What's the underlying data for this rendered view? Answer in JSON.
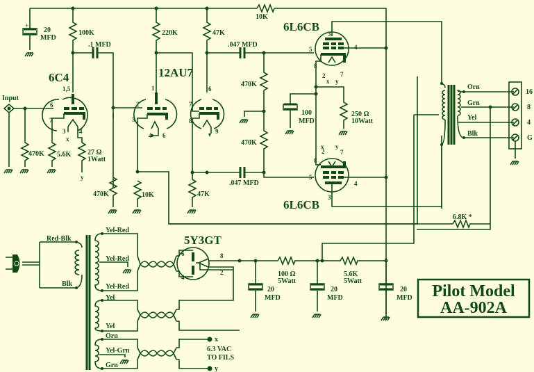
{
  "title": {
    "line1": "Pilot Model",
    "line2": "AA-902A"
  },
  "input_label": "Input",
  "tubes": {
    "v1": {
      "name": "6C4",
      "pins": {
        "plate": "1,5",
        "grid": "6",
        "cathode": "7",
        "h1": "3",
        "h2": "4"
      },
      "heater_x": "x"
    },
    "v2": {
      "name": "12AU7",
      "pins": {
        "p1": "1",
        "g1": "2",
        "k1": "3",
        "h1": "4",
        "h2": "6",
        "p2": "6",
        "g2": "7",
        "k2": "8",
        "h3": "9"
      }
    },
    "v3": {
      "name": "6L6CB",
      "pins": {
        "plate": "3",
        "screen": "4",
        "grid": "5",
        "cathode": "8",
        "h1": "2",
        "h2": "7"
      },
      "heater_x": "x",
      "heater_y": "y"
    },
    "v4": {
      "name": "6L6CB",
      "pins": {
        "plate": "3",
        "screen": "4",
        "grid": "5",
        "cathode": "8",
        "h1": "2",
        "h2": "7"
      },
      "heater_x": "x",
      "heater_y": "y"
    },
    "rect": {
      "name": "5Y3GT",
      "pins": {
        "p1": "6",
        "p2": "4",
        "k1": "8",
        "k2": "2"
      }
    }
  },
  "components": {
    "c_bypass1": {
      "value": "20",
      "unit": "MFD"
    },
    "r_plate1": "100K",
    "c_coupling1": ".1 MFD",
    "r_plate2": "220K",
    "r_plate3": "47K",
    "r_feed": "10K",
    "c_coupling2": ".047 MFD",
    "c_coupling3": ".047 MFD",
    "r_grid1": "470K",
    "r_grid2": "470K",
    "r_in": "470K",
    "r_k1": "5.6K",
    "r_heater": {
      "value": "27 Ω",
      "power": "1Watt"
    },
    "r_g2": "470K",
    "r_k2": "10K",
    "r_k3": "47K",
    "c_cathode": {
      "value": "100",
      "unit": "MFD"
    },
    "r_cathode_out": {
      "value": "250 Ω",
      "power": "10Watt"
    },
    "r_fb": "6.8K *",
    "r_filter1": {
      "value": "100 Ω",
      "power": "5Watt"
    },
    "r_filter2": {
      "value": "5.6K",
      "power": "5Watt"
    },
    "c_filter1": {
      "value": "20",
      "unit": "MFD"
    },
    "c_filter2": {
      "value": "20",
      "unit": "MFD"
    },
    "c_filter3": {
      "value": "20",
      "unit": "MFD"
    }
  },
  "output_transformer": {
    "taps": [
      "Orn",
      "Grn",
      "Yel",
      "Blk"
    ],
    "terminals": [
      "16",
      "8",
      "4",
      "G"
    ]
  },
  "power_transformer": {
    "primary": [
      "Red-Blk",
      "Blk"
    ],
    "hv": [
      "Yel-Red",
      "Yel-Red",
      "Yel-Red"
    ],
    "rect_fil": [
      "Yel",
      "Yel"
    ],
    "fil": [
      "Orn",
      "Yel-Grn",
      "Grn"
    ]
  },
  "heater_out": {
    "x": "x",
    "y": "y",
    "label1": "6.3 VAC",
    "label2": "TO FILS"
  },
  "heater_marks": {
    "x": "x",
    "y": "y"
  },
  "colors": {
    "ink": "#0f4a12",
    "background": "#ffffe0"
  }
}
